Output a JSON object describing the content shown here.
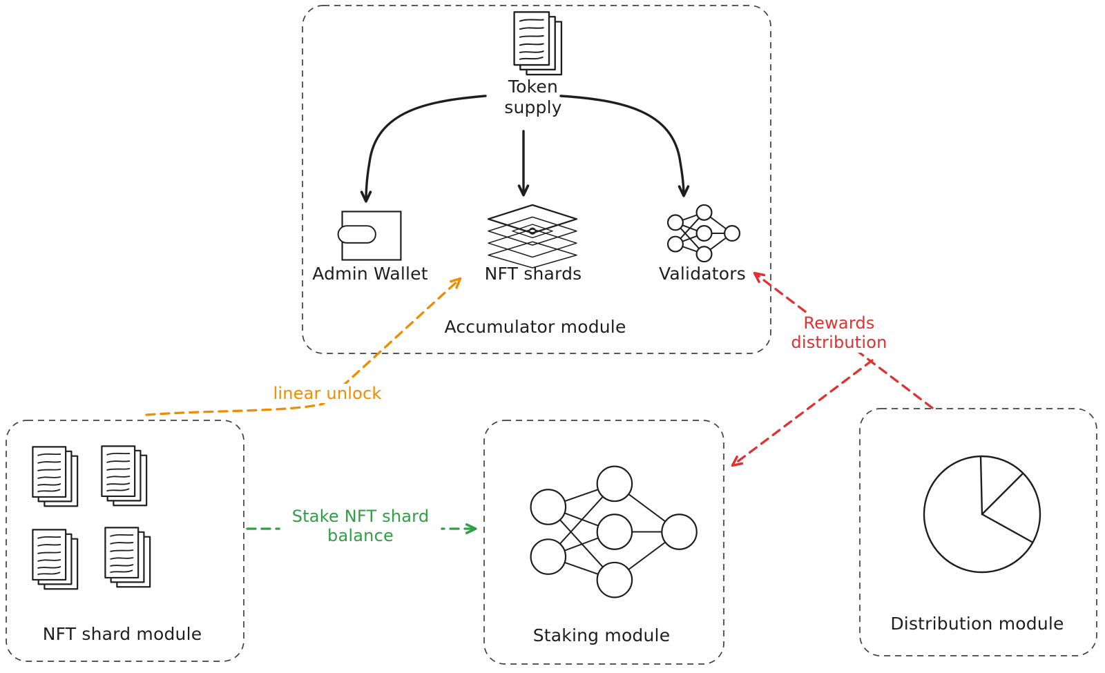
{
  "theme": {
    "ink": "#1e1e1e",
    "boxline": "#3f3f3f",
    "orange": "#f08c00",
    "green": "#2f9e44",
    "red": "#e03131",
    "bg": "#ffffff"
  },
  "modules": {
    "accumulator": {
      "label": "Accumulator module",
      "source": {
        "label": "Token supply",
        "icon": "document-stack-icon"
      },
      "targets": [
        {
          "label": "Admin Wallet",
          "icon": "wallet-icon"
        },
        {
          "label": "NFT shards",
          "icon": "layers-icon"
        },
        {
          "label": "Validators",
          "icon": "neural-network-icon"
        }
      ]
    },
    "nft_shard": {
      "label": "NFT shard module",
      "icon": "document-stack-icon",
      "stack_count": 4
    },
    "staking": {
      "label": "Staking module",
      "icon": "neural-network-icon"
    },
    "distribution": {
      "label": "Distribution module",
      "icon": "pie-chart-icon"
    }
  },
  "connectors": {
    "token_to_admin_wallet": {
      "from": "Token supply",
      "to": "Admin Wallet",
      "style": "solid",
      "color": "#1e1e1e"
    },
    "token_to_nft_shards": {
      "from": "Token supply",
      "to": "NFT shards",
      "style": "solid",
      "color": "#1e1e1e"
    },
    "token_to_validators": {
      "from": "Token supply",
      "to": "Validators",
      "style": "solid",
      "color": "#1e1e1e"
    },
    "linear_unlock": {
      "label": "linear unlock",
      "from": "NFT shard module",
      "to": "NFT shards",
      "style": "dashed",
      "color": "#f08c00"
    },
    "stake_balance": {
      "label": "Stake NFT shard balance",
      "from": "NFT shard module",
      "to": "Staking module",
      "style": "dashed",
      "color": "#2f9e44"
    },
    "rewards_to_validators": {
      "label": "Rewards distribution",
      "from": "Distribution module",
      "to": "Validators",
      "style": "dashed",
      "color": "#e03131"
    },
    "rewards_to_staking": {
      "from": "Distribution module",
      "to": "Staking module",
      "style": "dashed",
      "color": "#e03131"
    }
  }
}
